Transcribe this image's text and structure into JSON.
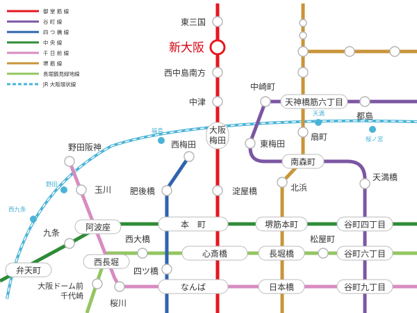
{
  "legend": [
    {
      "name": "御 堂 筋 線",
      "color": "#e5171f",
      "dashed": false
    },
    {
      "name": "谷 町 線",
      "color": "#7c56a3",
      "dashed": false
    },
    {
      "name": "四 つ 橋 線",
      "color": "#2f63ad",
      "dashed": false
    },
    {
      "name": "中 央 線",
      "color": "#2e8b36",
      "dashed": false
    },
    {
      "name": "千 日 前 線",
      "color": "#d78cc0",
      "dashed": false
    },
    {
      "name": "堺 筋 線",
      "color": "#c8953a",
      "dashed": false
    },
    {
      "name": "長堀鶴見緑地線",
      "color": "#93c561",
      "dashed": false
    },
    {
      "name": "JR 大阪環状線",
      "color": "#4ab3d6",
      "dashed": true
    }
  ],
  "stations": {
    "higashimikuni": "東三国",
    "shinosaka": "新大阪",
    "nishinakajima": "西中島南方",
    "nakatsu": "中津",
    "umeda": "大阪\n梅田",
    "yodoyabashi": "淀屋橋",
    "honmachi": "本　町",
    "shinsaibashi": "心斎橋",
    "namba": "なんば",
    "nakazakicho": "中崎町",
    "higashiumeda": "東梅田",
    "minamimorimachi": "南森町",
    "tenjinbashi": "天神橋筋六丁目",
    "ogimachi": "扇町",
    "kitahama": "北浜",
    "sakaisuji_honmachi": "堺筋本町",
    "nagahoribashi": "長堀橋",
    "nipponbashi": "日本橋",
    "miyakojima": "都島",
    "tenmabashi": "天満橋",
    "tanimachi4": "谷町四丁目",
    "tanimachi6": "谷町六丁目",
    "tanimachi9": "谷町九丁目",
    "matsuyamachi": "松屋町",
    "nishiumeda": "西梅田",
    "higobashi": "肥後橋",
    "yotsubashi": "四ツ橋",
    "nodahanshin": "野田阪神",
    "tamagawa": "玉川",
    "awaza": "阿波座",
    "kujo": "九条",
    "bentencho": "弁天町",
    "nishiohashi": "西大橋",
    "nishinagahori": "西長堀",
    "sakuragawa": "桜川",
    "domemae": "大阪ドーム前\n千代崎"
  },
  "jr_stations": {
    "tenma": "天満",
    "sakuranomiya": "桜ノ宮",
    "fukushima": "福島",
    "noda": "野田",
    "nishikujo": "西九条"
  },
  "featured_station": "shinosaka",
  "colors": {
    "midosuji": "#e5171f",
    "tanimachi": "#7c56a3",
    "yotsubashi": "#2f63ad",
    "chuo": "#2e8b36",
    "sennichimae": "#d78cc0",
    "sakaisuji": "#c8953a",
    "nagahori": "#93c561",
    "jr_loop": "#4ab3d6"
  }
}
